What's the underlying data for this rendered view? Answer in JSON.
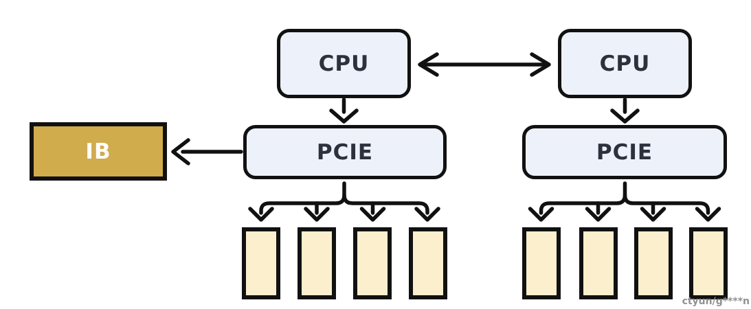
{
  "diagram": {
    "nodes": {
      "cpu_left": {
        "label": "CPU"
      },
      "cpu_right": {
        "label": "CPU"
      },
      "pcie_left": {
        "label": "PCIE"
      },
      "pcie_right": {
        "label": "PCIE"
      },
      "ib": {
        "label": "IB"
      }
    },
    "gpu_groups": {
      "left_count": 4,
      "right_count": 4
    },
    "edges": [
      {
        "from": "cpu_left",
        "to": "cpu_right",
        "direction": "bidirectional"
      },
      {
        "from": "cpu_left",
        "to": "pcie_left",
        "direction": "down"
      },
      {
        "from": "cpu_right",
        "to": "pcie_right",
        "direction": "down"
      },
      {
        "from": "pcie_left",
        "to": "ib",
        "direction": "left"
      },
      {
        "from": "pcie_left",
        "to": "gpu_group_left",
        "direction": "fanout-4"
      },
      {
        "from": "pcie_right",
        "to": "gpu_group_right",
        "direction": "fanout-4"
      }
    ],
    "colors": {
      "background": "#ffffff",
      "node_fill": "#edf1fa",
      "node_border": "#111111",
      "node_text": "#2c313c",
      "ib_fill": "#d1ac4d",
      "ib_text": "#ffffff",
      "gpu_fill": "#fcefcd",
      "arrow": "#111111",
      "watermark_text_color": "#919191"
    }
  },
  "watermark": {
    "text": "ctyun/g****n"
  }
}
